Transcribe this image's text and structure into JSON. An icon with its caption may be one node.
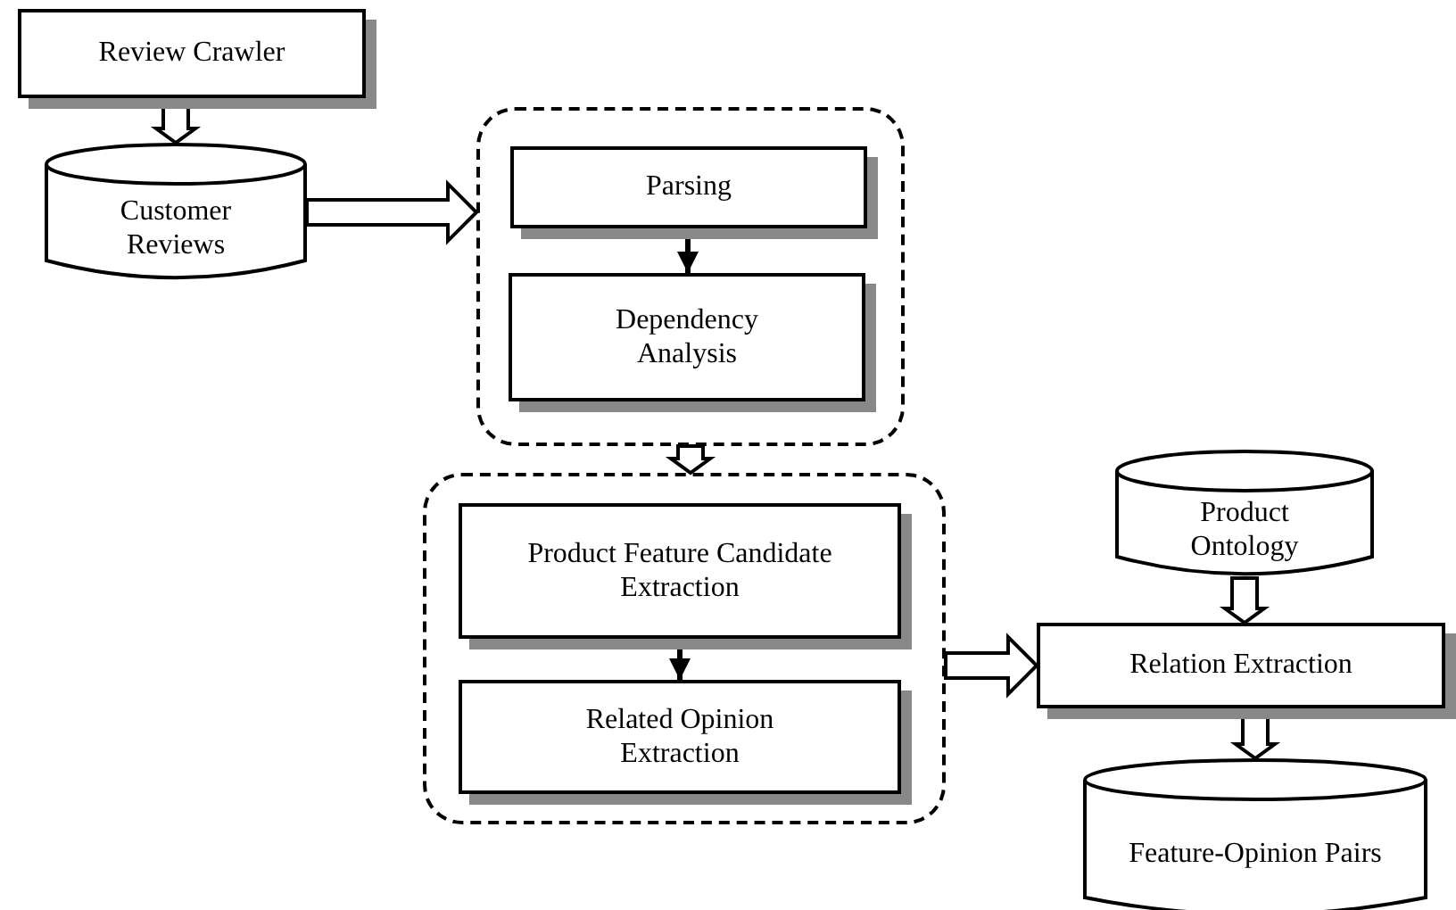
{
  "diagram": {
    "nodes": [
      {
        "text": [
          "Review Crawler"
        ]
      },
      {
        "text": [
          "Customer Reviews"
        ]
      },
      {
        "text": [],
        "shape": "box"
      },
      {
        "text": [
          "Parsing"
        ],
        "in": 2
      },
      {
        "text": [
          "Dependency Analysis"
        ],
        "in": 2
      },
      {
        "text": [],
        "shape": "box"
      },
      {
        "text": [
          "Product Feature Candidate Extraction"
        ],
        "in": 5
      },
      {
        "text": [
          "Related Opinion Extraction"
        ],
        "in": 5
      },
      {
        "text": [
          "Product Ontology"
        ]
      },
      {
        "text": [
          "Relation Extraction"
        ]
      },
      {
        "text": [
          "Feature-Opinion Pairs"
        ]
      }
    ],
    "edges": [
      {
        "from": 0,
        "to": 1,
        "arrow": "to",
        "style": "thick"
      },
      {
        "from": 1,
        "to": 2,
        "arrow": "to",
        "style": "thick"
      },
      {
        "from": 3,
        "to": 4,
        "arrow": "to"
      },
      {
        "from": 2,
        "to": 5,
        "arrow": "to",
        "style": "thick"
      },
      {
        "from": 6,
        "to": 7,
        "arrow": "to"
      },
      {
        "from": 5,
        "to": 9,
        "arrow": "to",
        "style": "thick"
      },
      {
        "from": 8,
        "to": 9,
        "arrow": "to",
        "style": "thick"
      },
      {
        "from": 9,
        "to": 10,
        "arrow": "to",
        "style": "thick"
      }
    ]
  }
}
